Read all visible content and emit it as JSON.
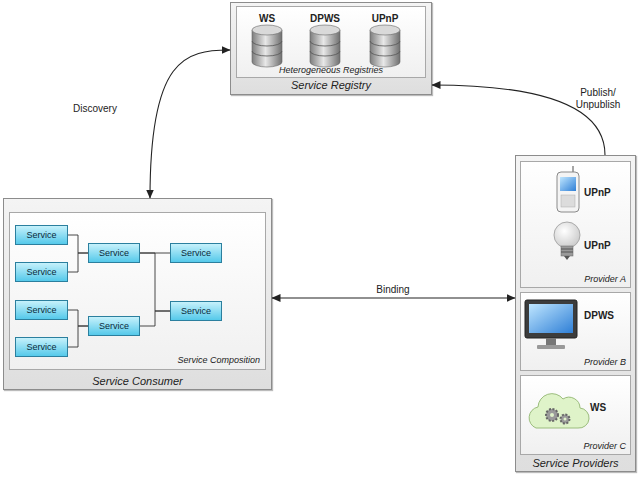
{
  "diagram": {
    "nodes": [
      {
        "text": [
          "Service Registry"
        ]
      },
      {
        "text": [
          "WS",
          "DPWS",
          "UPnP",
          "Heterogeneous Registries"
        ],
        "in": 0
      },
      {
        "text": [
          "Service Consumer"
        ]
      },
      {
        "text": [
          "Service Composition"
        ],
        "in": 2
      },
      {
        "text": [
          "Service"
        ],
        "in": 3
      },
      {
        "text": [
          "Service"
        ],
        "in": 3
      },
      {
        "text": [
          "Service"
        ],
        "in": 3
      },
      {
        "text": [
          "Service"
        ],
        "in": 3
      },
      {
        "text": [
          "Service"
        ],
        "in": 3
      },
      {
        "text": [
          "Service"
        ],
        "in": 3
      },
      {
        "text": [
          "Service"
        ],
        "in": 3
      },
      {
        "text": [
          "Service"
        ],
        "in": 3
      },
      {
        "text": [
          "Service Providers"
        ]
      },
      {
        "text": [
          "UPnP",
          "UPnP",
          "Provider A"
        ],
        "in": 12
      },
      {
        "text": [
          "DPWS",
          "Provider B"
        ],
        "in": 12
      },
      {
        "text": [
          "WS",
          "Provider C"
        ],
        "in": 12
      }
    ],
    "edges": [
      {
        "from": 2,
        "to": 0,
        "label": "Discovery",
        "arrow": "both"
      },
      {
        "from": 12,
        "to": 0,
        "label": "Publish/ Unpublish",
        "arrow": "to"
      },
      {
        "from": 2,
        "to": 12,
        "label": "Binding",
        "arrow": "both"
      },
      {
        "from": 4,
        "to": 8,
        "arrow": "none"
      },
      {
        "from": 5,
        "to": 8,
        "arrow": "none"
      },
      {
        "from": 6,
        "to": 9,
        "arrow": "none"
      },
      {
        "from": 7,
        "to": 9,
        "arrow": "none"
      },
      {
        "from": 8,
        "to": 10,
        "arrow": "none"
      },
      {
        "from": 8,
        "to": 11,
        "arrow": "none"
      },
      {
        "from": 9,
        "to": 11,
        "arrow": "none"
      }
    ]
  }
}
